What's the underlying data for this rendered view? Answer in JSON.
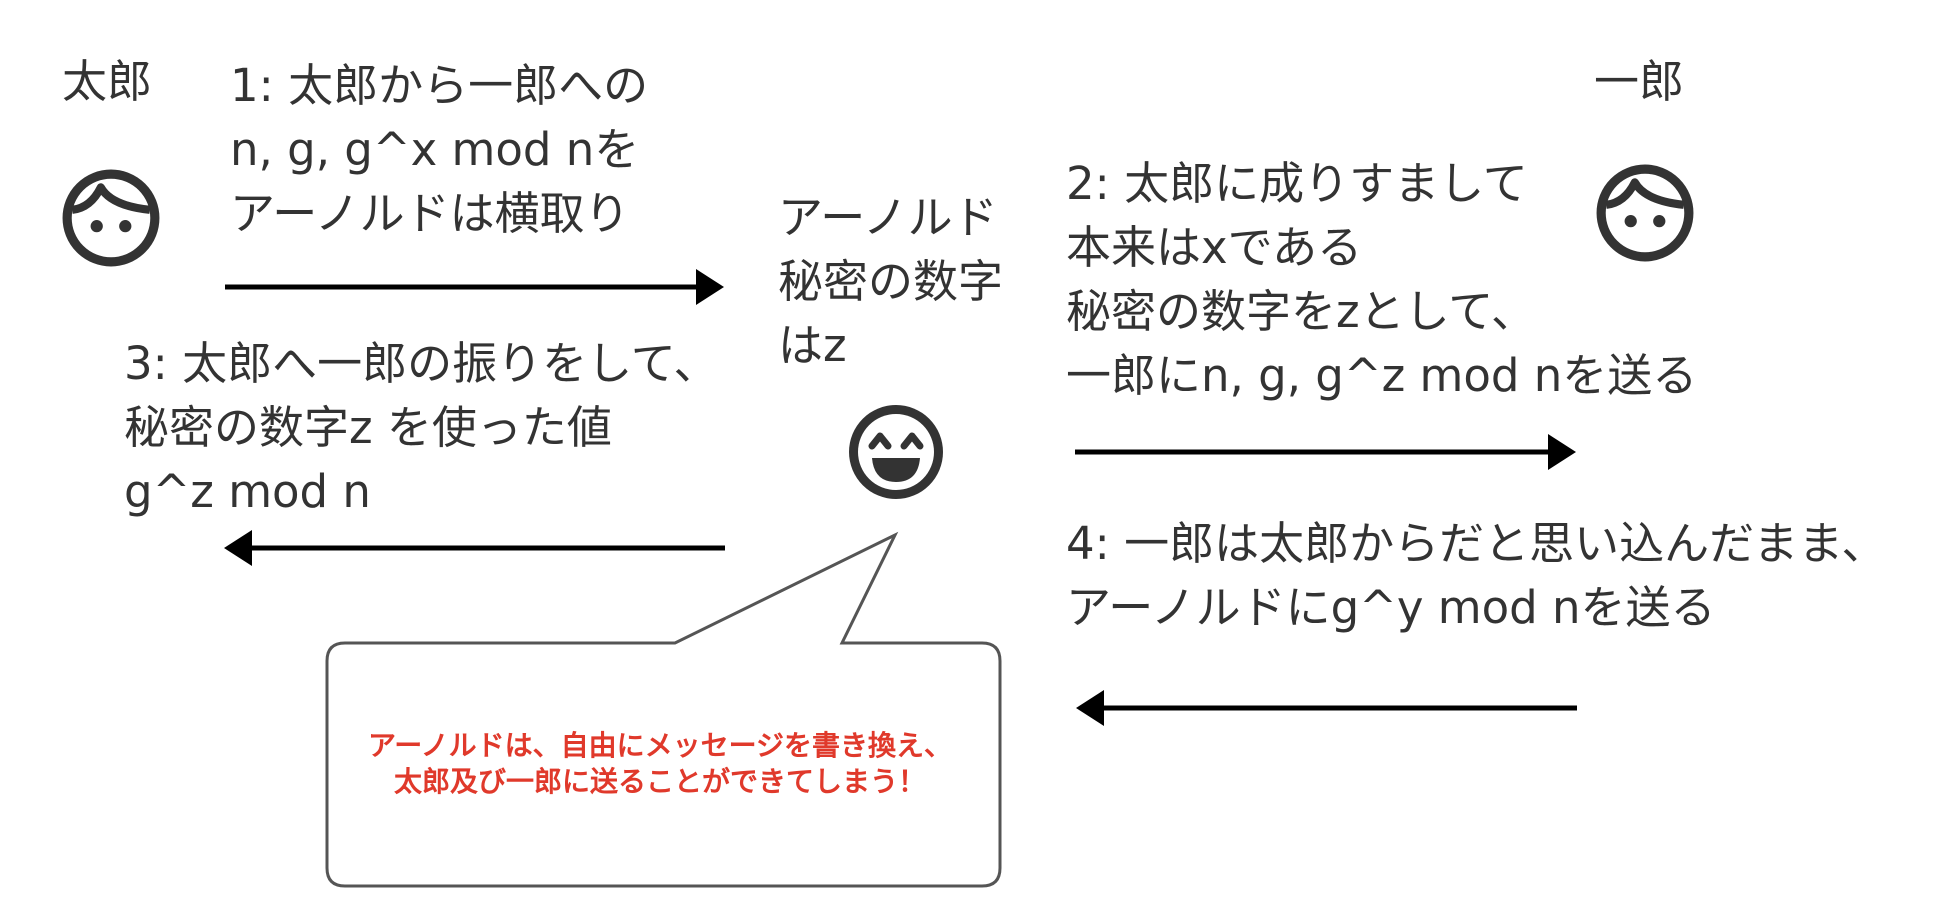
{
  "actors": {
    "taro": {
      "name": "太郎",
      "icon": "face-neutral-icon"
    },
    "ichiro": {
      "name": "一郎",
      "icon": "face-neutral-icon"
    },
    "arnold": {
      "lines": [
        "アーノルド",
        "秘密の数字",
        "はz"
      ],
      "icon": "face-grinning-icon"
    }
  },
  "steps": [
    {
      "lines": [
        "1: 太郎から一郎への",
        "n, g, g^x mod nを",
        "アーノルドは横取り"
      ],
      "direction": "right"
    },
    {
      "lines": [
        "2: 太郎に成りすまして",
        "本来はxである",
        "秘密の数字をzとして、",
        "一郎にn, g, g^z mod nを送る"
      ],
      "direction": "right"
    },
    {
      "lines": [
        "3: 太郎へ一郎の振りをして、",
        "秘密の数字z を使った値",
        "g^z mod n"
      ],
      "direction": "left"
    },
    {
      "lines": [
        "4: 一郎は太郎からだと思い込んだまま、",
        "アーノルドにg^y mod nを送る"
      ],
      "direction": "left"
    }
  ],
  "callout": {
    "lines": [
      "アーノルドは、自由にメッセージを書き換え、",
      "太郎及び一郎に送ることができてしまう！"
    ],
    "color": "#e0392b"
  },
  "colors": {
    "text": "#333333",
    "arrow": "#000000",
    "callout_text": "#e0392b",
    "callout_border": "#555555"
  }
}
